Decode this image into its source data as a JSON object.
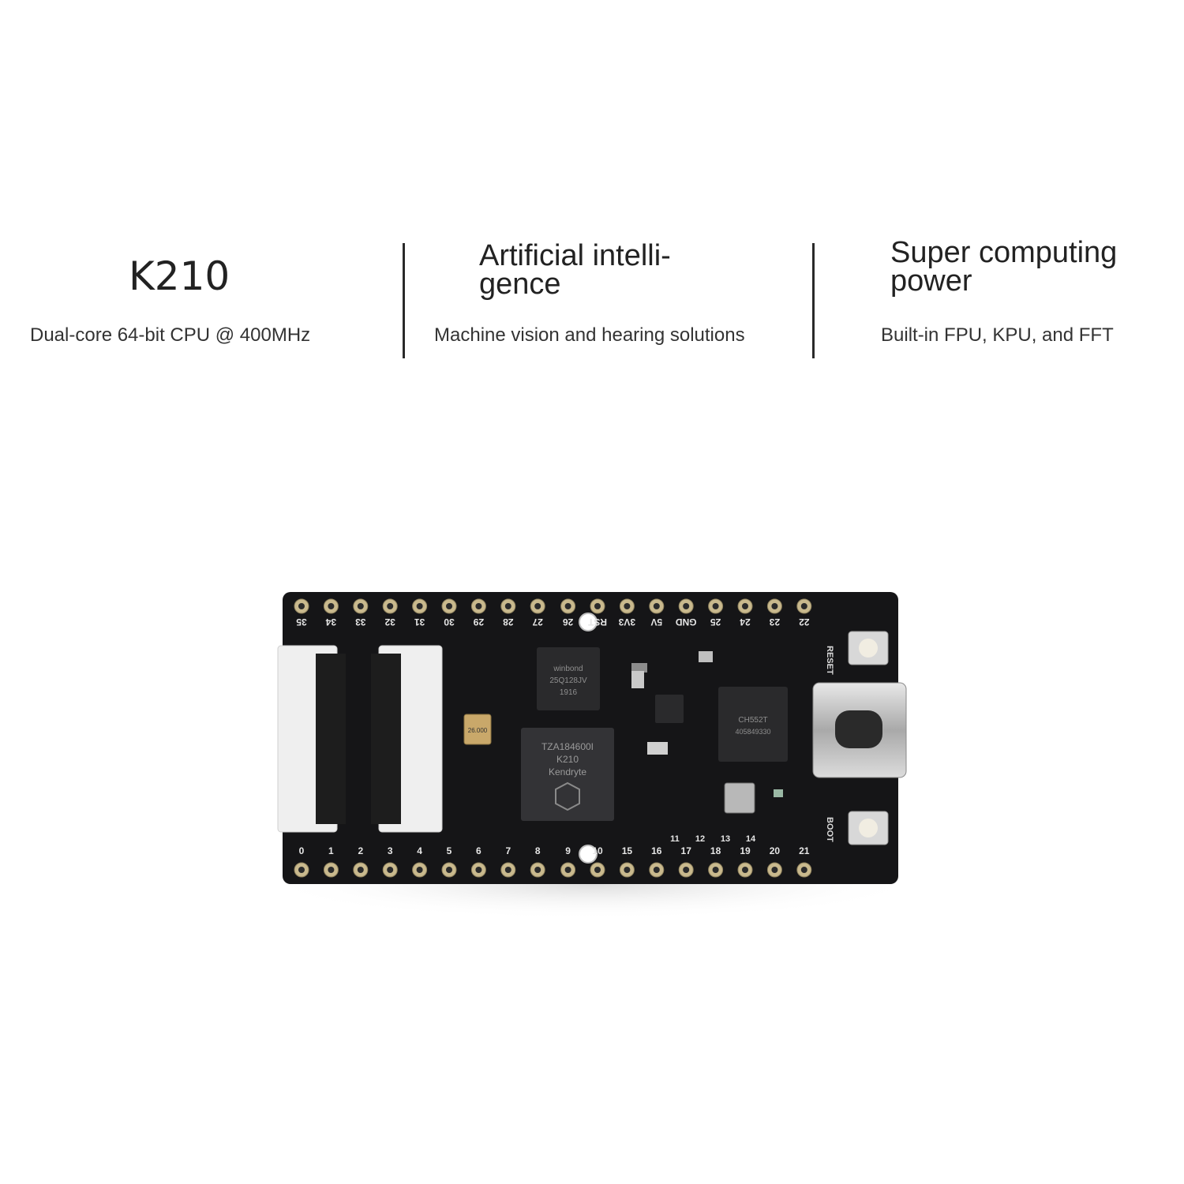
{
  "features": [
    {
      "title": "K210",
      "description": "Dual-core 64-bit CPU @ 400MHz"
    },
    {
      "title": "Artificial intelli- gence",
      "description": "Machine vision and hearing solutions"
    },
    {
      "title": "Super computing power",
      "description": "Built-in FPU, KPU, and FFT"
    }
  ],
  "board": {
    "top_pins": [
      "35",
      "34",
      "33",
      "32",
      "31",
      "30",
      "29",
      "28",
      "27",
      "26",
      "RST",
      "3V3",
      "5V",
      "GND",
      "25",
      "24",
      "23",
      "22"
    ],
    "bottom_pins": [
      "0",
      "1",
      "2",
      "3",
      "4",
      "5",
      "6",
      "7",
      "8",
      "9",
      "10",
      "15",
      "16",
      "17",
      "18",
      "19",
      "20",
      "21"
    ],
    "upper_small_pins": [
      "11",
      "12",
      "13",
      "14"
    ],
    "chip_lines": [
      "TZA184600I",
      "K210",
      "Kendryte"
    ],
    "flash_lines": [
      "winbond",
      "25Q128JV",
      "1916"
    ],
    "usb_chip_lines": [
      "CH552T",
      "405849330"
    ],
    "crystal_lines": [
      "26.000"
    ],
    "reset_label": "RESET",
    "boot_label": "BOOT"
  }
}
